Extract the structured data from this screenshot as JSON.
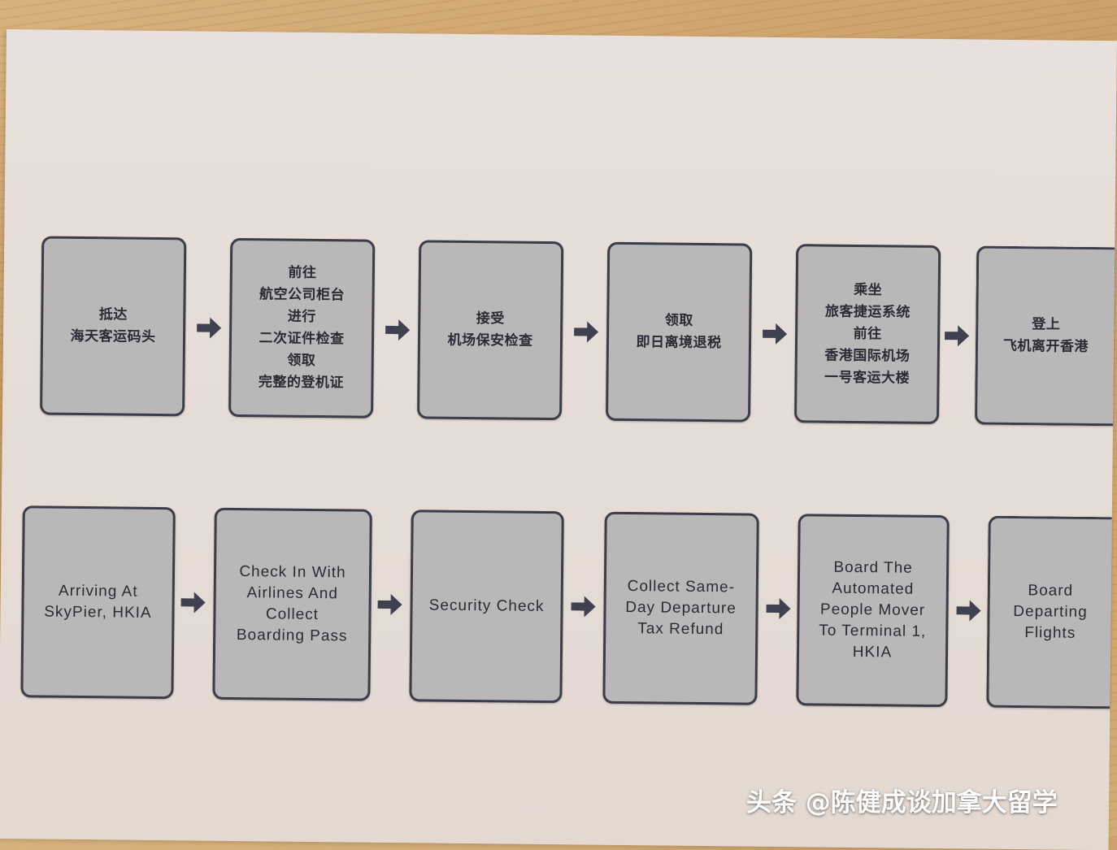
{
  "flow_zh": {
    "steps": [
      "抵达\n海天客运码头",
      "前往\n航空公司柜台\n进行\n二次证件检查\n领取\n完整的登机证",
      "接受\n机场保安检查",
      "领取\n即日离境退税",
      "乘坐\n旅客捷运系统\n前往\n香港国际机场\n一号客运大楼",
      "登上\n飞机离开香港"
    ]
  },
  "flow_en": {
    "steps": [
      "Arriving At\nSkyPier, HKIA",
      "Check In With\nAirlines And\nCollect\nBoarding Pass",
      "Security Check",
      "Collect Same-\nDay Departure\nTax Refund",
      "Board The\nAutomated\nPeople Mover\nTo Terminal 1,\nHKIA",
      "Board\nDeparting\nFlights"
    ]
  },
  "icons": {
    "connector": "arrow-right-icon"
  },
  "colors": {
    "box_fill": "#b9b7b8",
    "box_border": "#3b3d48",
    "arrow": "#3f4150",
    "paper": "#e6ddd7"
  },
  "watermark": "头条 @陈健成谈加拿大留学"
}
